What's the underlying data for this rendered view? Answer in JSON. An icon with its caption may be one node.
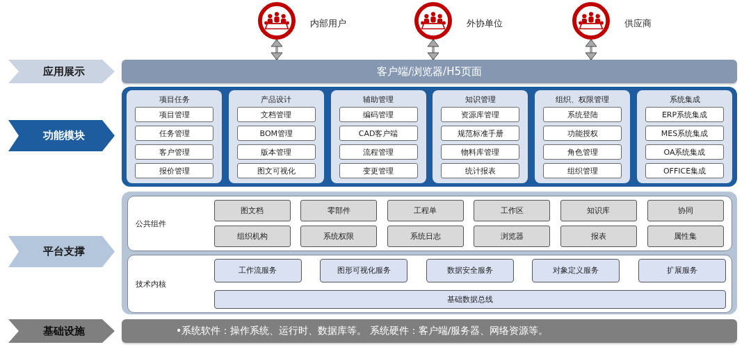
{
  "diagram": {
    "nodes": [
      {
        "text": [],
        "shape": "picture",
        "beside": [
          "内部用户"
        ]
      },
      {
        "text": [],
        "shape": "picture",
        "beside": [
          "外协单位"
        ]
      },
      {
        "text": [],
        "shape": "picture",
        "beside": [
          "供应商"
        ]
      },
      {
        "text": [
          "应用展示"
        ]
      },
      {
        "text": [
          "客户端/浏览器/H5页面"
        ]
      },
      {
        "text": [
          "功能模块"
        ]
      },
      {
        "text": [],
        "shape": "box"
      },
      {
        "text": [
          "项目任务"
        ],
        "in": 6
      },
      {
        "text": [
          "项目管理"
        ],
        "in": 7
      },
      {
        "text": [
          "任务管理"
        ],
        "in": 7
      },
      {
        "text": [
          "客户管理"
        ],
        "in": 7
      },
      {
        "text": [
          "报价管理"
        ],
        "in": 7
      },
      {
        "text": [
          "产品设计"
        ],
        "in": 6
      },
      {
        "text": [
          "文档管理"
        ],
        "in": 12
      },
      {
        "text": [
          "BOM管理"
        ],
        "in": 12
      },
      {
        "text": [
          "版本管理"
        ],
        "in": 12
      },
      {
        "text": [
          "图文可视化"
        ],
        "in": 12
      },
      {
        "text": [
          "辅助管理"
        ],
        "in": 6
      },
      {
        "text": [
          "编码管理"
        ],
        "in": 17
      },
      {
        "text": [
          "CAD客户端"
        ],
        "in": 17
      },
      {
        "text": [
          "流程管理"
        ],
        "in": 17
      },
      {
        "text": [
          "变更管理"
        ],
        "in": 17
      },
      {
        "text": [
          "知识管理"
        ],
        "in": 6
      },
      {
        "text": [
          "资源库管理"
        ],
        "in": 22
      },
      {
        "text": [
          "规范标准手册"
        ],
        "in": 22
      },
      {
        "text": [
          "物料库管理"
        ],
        "in": 22
      },
      {
        "text": [
          "统计报表"
        ],
        "in": 22
      },
      {
        "text": [
          "组织、权限管理"
        ],
        "in": 6
      },
      {
        "text": [
          "系统登陆"
        ],
        "in": 27
      },
      {
        "text": [
          "功能授权"
        ],
        "in": 27
      },
      {
        "text": [
          "角色管理"
        ],
        "in": 27
      },
      {
        "text": [
          "组织管理"
        ],
        "in": 27
      },
      {
        "text": [
          "系统集成"
        ],
        "in": 6
      },
      {
        "text": [
          "ERP系统集成"
        ],
        "in": 32
      },
      {
        "text": [
          "MES系统集成"
        ],
        "in": 32
      },
      {
        "text": [
          "OA系统集成"
        ],
        "in": 32
      },
      {
        "text": [
          "OFFICE集成"
        ],
        "in": 32
      },
      {
        "text": [
          "平台支撑"
        ]
      },
      {
        "text": [],
        "shape": "box"
      },
      {
        "text": [
          "公共组件"
        ],
        "in": 38
      },
      {
        "text": [
          "图文档"
        ],
        "in": 39
      },
      {
        "text": [
          "零部件"
        ],
        "in": 39
      },
      {
        "text": [
          "工程单"
        ],
        "in": 39
      },
      {
        "text": [
          "工作区"
        ],
        "in": 39
      },
      {
        "text": [
          "知识库"
        ],
        "in": 39
      },
      {
        "text": [
          "协同"
        ],
        "in": 39
      },
      {
        "text": [
          "组织机构"
        ],
        "in": 39
      },
      {
        "text": [
          "系统权限"
        ],
        "in": 39
      },
      {
        "text": [
          "系统日志"
        ],
        "in": 39
      },
      {
        "text": [
          "浏览器"
        ],
        "in": 39
      },
      {
        "text": [
          "报表"
        ],
        "in": 39
      },
      {
        "text": [
          "属性集"
        ],
        "in": 39
      },
      {
        "text": [
          "技术内核"
        ],
        "in": 38
      },
      {
        "text": [
          "工作流服务"
        ],
        "in": 52
      },
      {
        "text": [
          "图形可视化服务"
        ],
        "in": 52
      },
      {
        "text": [
          "数据安全服务"
        ],
        "in": 52
      },
      {
        "text": [
          "对象定义服务"
        ],
        "in": 52
      },
      {
        "text": [
          "扩展服务"
        ],
        "in": 52
      },
      {
        "text": [
          "基础数据总线"
        ],
        "in": 52
      },
      {
        "text": [
          "基础设施"
        ]
      },
      {
        "text": [
          "•系统软件：操作系统、运行时、数据库等。 系统硬件：客户端/服务器、网络资源等。"
        ]
      }
    ],
    "edges": [
      {
        "from": 0,
        "to": 4,
        "arrow": "both"
      },
      {
        "from": 1,
        "to": 4,
        "arrow": "both"
      },
      {
        "from": 2,
        "to": 4,
        "arrow": "both"
      }
    ]
  }
}
